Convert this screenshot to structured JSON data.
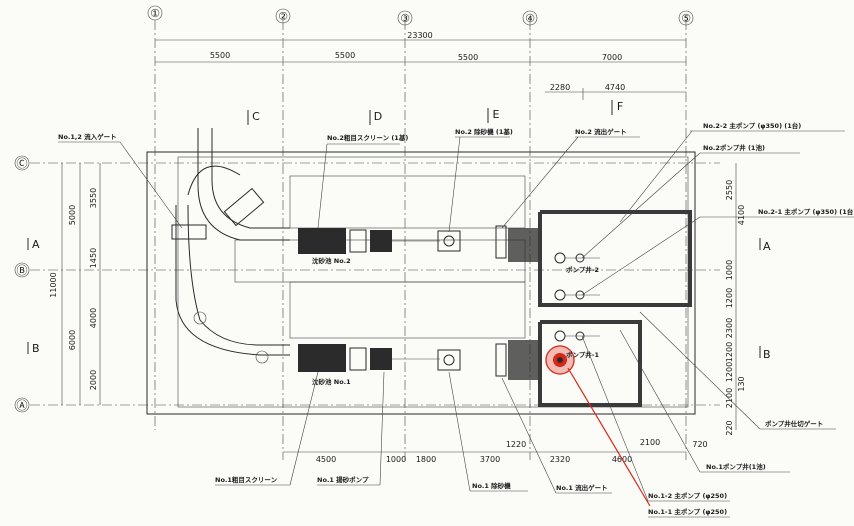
{
  "axes": {
    "columns": [
      "①",
      "②",
      "③",
      "④",
      "⑤"
    ],
    "rows": [
      "Ⓒ",
      "Ⓑ",
      "Ⓐ"
    ]
  },
  "dimensions": {
    "total_top": "23300",
    "top_spans": [
      "5500",
      "5500",
      "5500",
      "7000"
    ],
    "sub_top": [
      "2280",
      "4740"
    ],
    "left_total": "11000",
    "left_outer": [
      "5000",
      "6000"
    ],
    "left_inner": [
      "3550",
      "1450",
      "4000",
      "2000"
    ],
    "right_stack": [
      "2550",
      "4100",
      "1000",
      "1200",
      "2300",
      "1200",
      "1200",
      "2100",
      "130"
    ],
    "right_bottom": "220",
    "bottom_spans": [
      "4500",
      "1000",
      "1800",
      "3700",
      "2320",
      "4600"
    ],
    "bottom_extra": [
      "1220",
      "2100",
      "720"
    ]
  },
  "sections": [
    "C",
    "D",
    "E",
    "F",
    "A",
    "A",
    "B",
    "B"
  ],
  "labels": {
    "gate_no12": "No.1,2 流入ゲート",
    "screen2": "No.2粗目スクリーン (1基)",
    "grit2": "No.2 除砂機 (1基)",
    "outgate2": "No.2 流出ゲート",
    "valve22": "No.2-2 主ポンプ (φ350) (1台)",
    "pit2": "No.2ポンプ井 (1池)",
    "valve21": "No.2-1 主ポンプ (φ350) (1台)",
    "tank2": "沈砂池 No.2",
    "tank1": "沈砂池 No.1",
    "pump_room2": "ポンプ井-2",
    "pump_room1": "ポンプ井-1",
    "screen1": "No.1粗目スクリーン",
    "grit_pump1": "No.1 揚砂ポンプ",
    "grit1": "No.1 除砂機",
    "outgate1": "No.1 流出ゲート",
    "valve12": "No.1-2 主ポンプ (φ250)",
    "valve11": "No.1-1 主ポンプ (φ250)",
    "pit1": "No.1ポンプ井(1池)",
    "pitgate": "ポンプ井仕切ゲート"
  },
  "colors": {
    "highlight": "#d8281c",
    "line": "#2a2a2a",
    "paper": "#fbfbf8"
  }
}
